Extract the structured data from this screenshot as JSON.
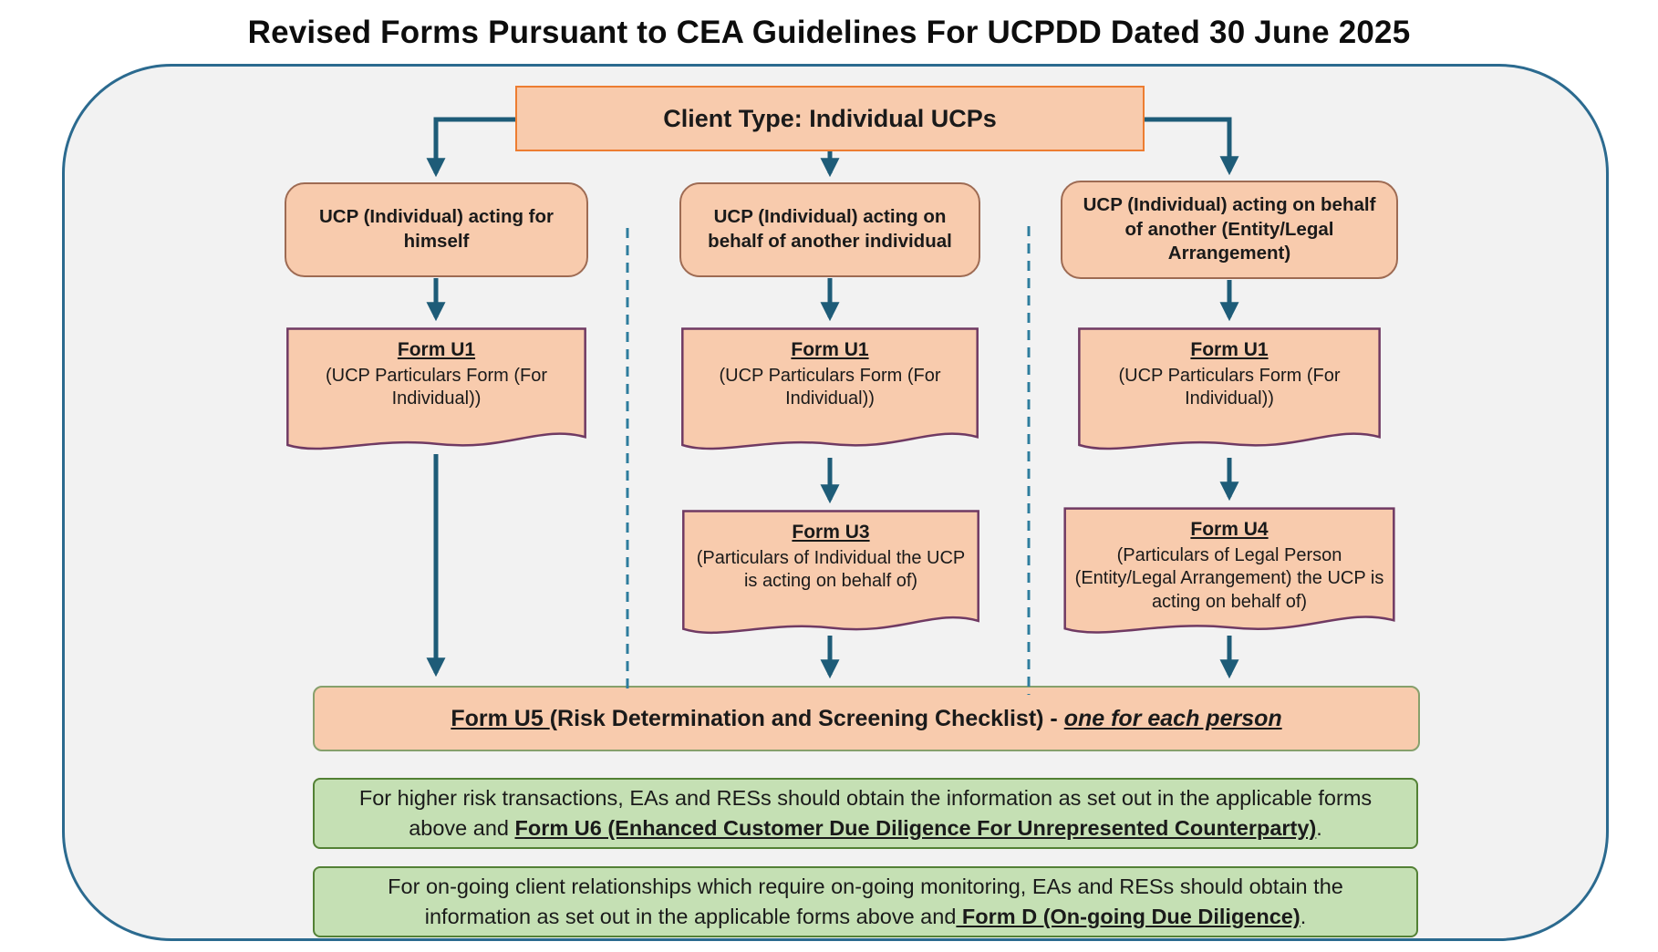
{
  "page_title": "Revised Forms Pursuant to CEA Guidelines For UCPDD Dated 30 June 2025",
  "client_type_label": "Client Type: Individual UCPs",
  "branch_left": {
    "label": "UCP (Individual) acting for himself"
  },
  "branch_middle": {
    "label": "UCP (Individual) acting on behalf of another individual"
  },
  "branch_right": {
    "label": "UCP (Individual) acting on behalf of another (Entity/Legal Arrangement)"
  },
  "form_u1_left": {
    "title": "Form U1",
    "body": "(UCP Particulars Form (For Individual))"
  },
  "form_u1_middle": {
    "title": "Form U1",
    "body": "(UCP Particulars Form (For Individual))"
  },
  "form_u1_right": {
    "title": "Form U1",
    "body": "(UCP Particulars Form (For Individual))"
  },
  "form_u3": {
    "title": "Form U3",
    "body": "(Particulars of Individual the UCP is acting on behalf of)"
  },
  "form_u4": {
    "title": "Form U4",
    "body": "(Particulars of Legal Person (Entity/Legal Arrangement) the UCP is acting on behalf of)"
  },
  "form_u5": {
    "title": "Form U5 ",
    "middle": "(Risk Determination and Screening Checklist) - ",
    "emphasis": "one for each person"
  },
  "note_higher_risk": {
    "prefix": "For higher risk transactions, EAs and RESs should obtain the information as set out in the applicable forms above and ",
    "form": "Form U6 (Enhanced Customer Due Diligence For Unrepresented Counterparty)",
    "suffix": "."
  },
  "note_ongoing": {
    "prefix": "For on-going client relationships which require on-going monitoring, EAs and RESs should obtain the information as set out in the applicable forms above and",
    "form": " Form D (On-going Due Diligence)",
    "suffix": "."
  },
  "colors": {
    "box_fill_peach": "#f8cbad",
    "client_border_orange": "#ed7d31",
    "branch_border_brown": "#9e6b53",
    "document_border_purple": "#703a63",
    "note_fill_green": "#c5e0b4",
    "note_border_green": "#538135",
    "arrow_teal": "#1e5c78",
    "container_fill": "#f2f2f2",
    "container_border_teal": "#2b6a8f"
  }
}
